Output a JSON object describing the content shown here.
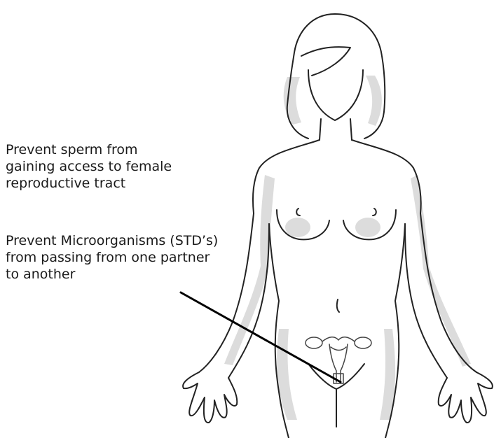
{
  "captions": {
    "barrier_sperm": {
      "lines": [
        "Prevent sperm from",
        "gaining access to female",
        "reproductive tract"
      ]
    },
    "barrier_std": {
      "lines": [
        "Prevent Microorganisms (STD’s)",
        "from passing from one partner",
        "to another"
      ]
    }
  },
  "illustration": {
    "subject": "female-body-outline",
    "organ": "uterus-and-ovaries",
    "line_color": "#222222",
    "shade_color": "#d9d9d9",
    "pointer_color": "#000000"
  }
}
